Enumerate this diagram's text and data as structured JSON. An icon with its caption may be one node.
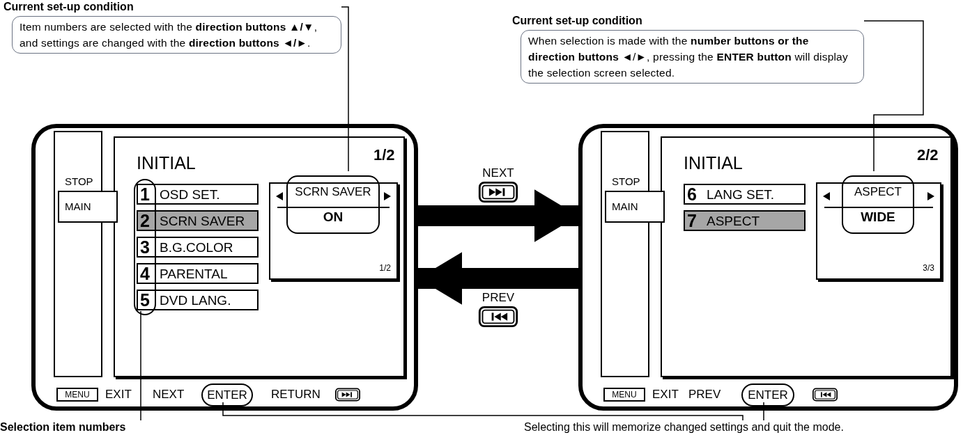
{
  "diagram": {
    "nodes": [
      {
        "text": [
          "Current set-up condition",
          "Item numbers are selected with the **direction buttons ▲/▼**, and settings are changed with the **direction buttons ◄/►**."
        ]
      },
      {
        "text": [
          "Current set-up condition",
          "When selection is made with the **number buttons or the direction buttons** ◄/►, pressing the **ENTER button** will display the selection screen selected."
        ]
      },
      {
        "text": [],
        "shape": "box"
      },
      {
        "text": [
          "1",
          "OSD SET."
        ],
        "in": 2
      },
      {
        "text": [
          "2",
          "SCRN SAVER"
        ],
        "in": 2
      },
      {
        "text": [
          "3",
          "B.G.COLOR"
        ],
        "in": 2
      },
      {
        "text": [
          "4",
          "PARENTAL"
        ],
        "in": 2
      },
      {
        "text": [
          "5",
          "DVD LANG."
        ],
        "in": 2
      },
      {
        "text": [
          "1/2"
        ],
        "in": 2
      },
      {
        "text": [
          "SCRN SAVER",
          "ON"
        ],
        "in": 2
      },
      {
        "text": [],
        "shape": "box",
        "in": 2
      },
      {
        "text": [
          "ENTER"
        ],
        "in": 2
      },
      {
        "text": [],
        "shape": "box"
      },
      {
        "text": [
          "6",
          "LANG SET."
        ],
        "in": 12
      },
      {
        "text": [
          "7",
          "ASPECT"
        ],
        "in": 12
      },
      {
        "text": [
          "3/3"
        ],
        "in": 12
      },
      {
        "text": [
          "ASPECT",
          "WIDE"
        ],
        "in": 12
      },
      {
        "text": [
          "ENTER"
        ],
        "in": 12
      },
      {
        "text": [
          "Selection item numbers"
        ]
      },
      {
        "text": [
          "Selecting this will memorize changed settings and quit the mode."
        ]
      }
    ],
    "edges": [
      {
        "from": 0,
        "to": 9,
        "arrow": "none"
      },
      {
        "from": 1,
        "to": 16,
        "arrow": "none"
      },
      {
        "from": 18,
        "to": 10,
        "arrow": "none"
      },
      {
        "from": 19,
        "to": 17,
        "arrow": "none"
      },
      {
        "from": 19,
        "to": 11,
        "arrow": "none"
      },
      {
        "from": 2,
        "to": 12,
        "arrow": "to",
        "label": "NEXT",
        "style": "thick"
      },
      {
        "from": 12,
        "to": 2,
        "arrow": "to",
        "label": "PREV",
        "style": "thick"
      }
    ],
    "labels": [
      "STOP",
      "MAIN",
      "INITIAL",
      "1/2",
      "MENU",
      "EXIT",
      "NEXT",
      "RETURN",
      "STOP",
      "MAIN",
      "INITIAL",
      "2/2",
      "MENU",
      "EXIT",
      "PREV"
    ]
  }
}
